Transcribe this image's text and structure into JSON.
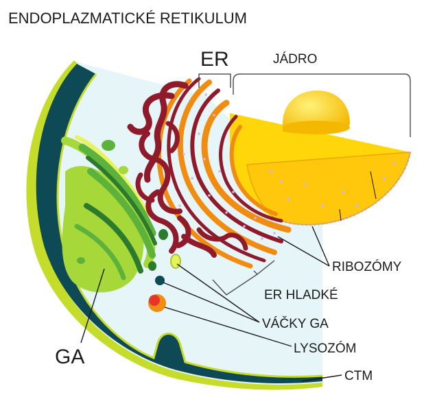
{
  "title": "ENDOPLAZMATICKÉ RETIKULUM",
  "labels": {
    "er": "ER",
    "nucleus": "JÁDRO",
    "ribosomes": "RIBOZÓMY",
    "smooth_er": "ER HLADKÉ",
    "ga_vesicles": "VÁČKY GA",
    "lysosome": "LYSOZÓM",
    "golgi": "GA",
    "membrane": "CTM"
  },
  "colors": {
    "cytoplasm": "#e6f6f8",
    "membrane_dark": "#0e4a55",
    "membrane_edge": "#c6dc2a",
    "golgi_light": "#a6d83a",
    "golgi_mid": "#5cb23a",
    "golgi_dark": "#2c7a2e",
    "rough_er": "#f08c12",
    "smooth_er": "#8e1a2c",
    "nucleus": "#ffd60a",
    "nucleolus": "#ffc400",
    "lysosome": "#e8352a",
    "leader": "#1a1a1a"
  }
}
